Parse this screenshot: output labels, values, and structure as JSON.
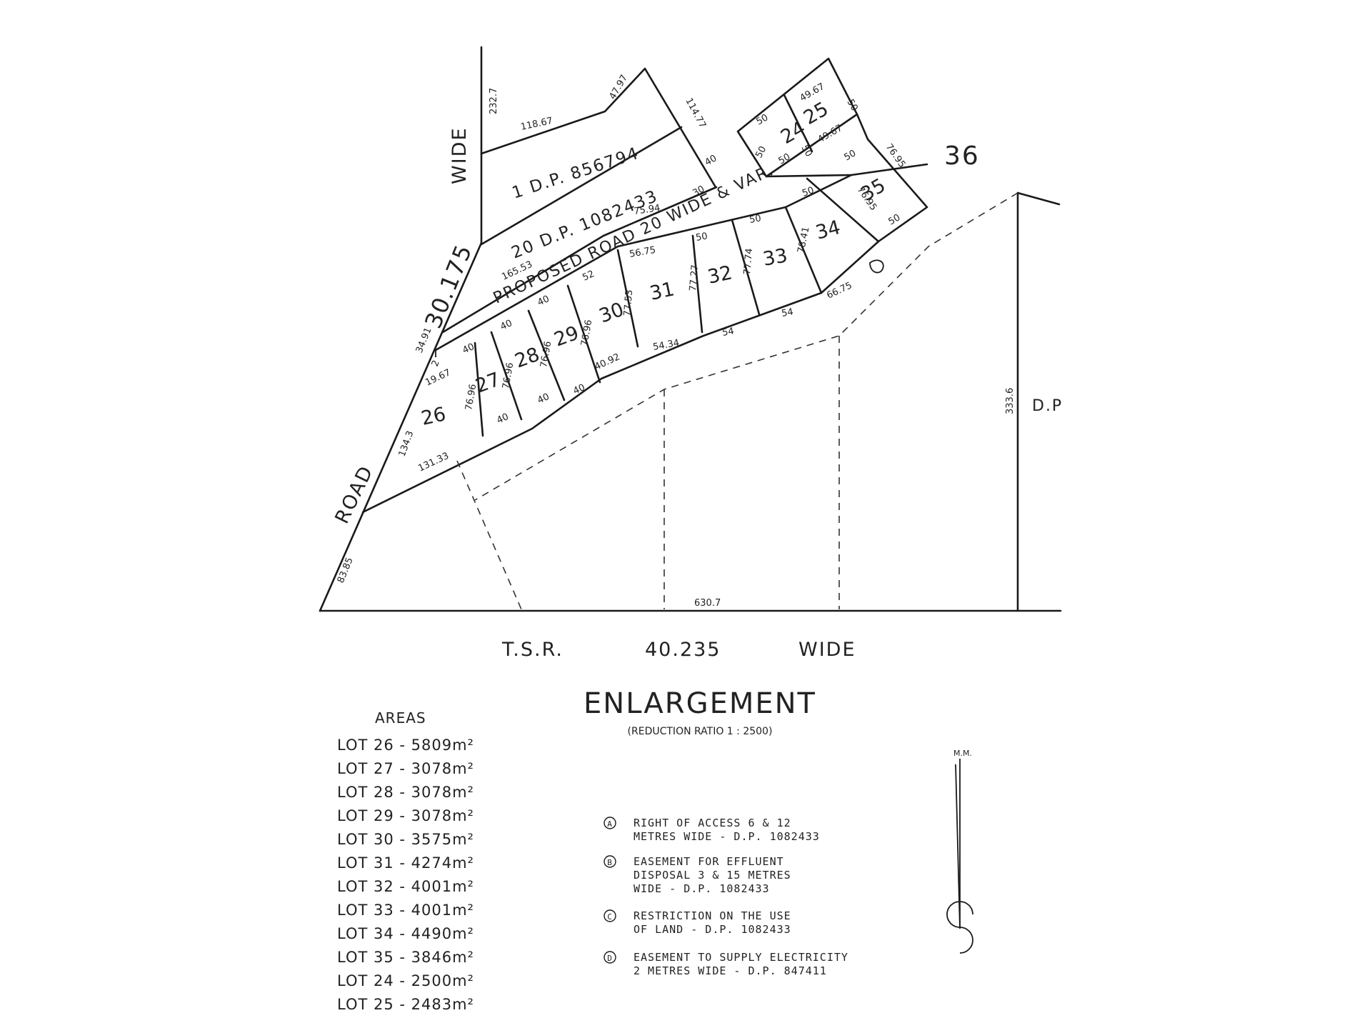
{
  "plan": {
    "dp_lots": [
      {
        "id": "1",
        "text": "1  D.P. 856794"
      },
      {
        "id": "20",
        "text": "20  D.P. 1082433"
      }
    ],
    "roads": {
      "west_road": "ROAD",
      "west_width": "30.175",
      "west_wide": "WIDE",
      "proposed_road": "PROPOSED    ROAD 20 WIDE & VAR.",
      "tsr_left": "T.S.R.",
      "tsr_width": "40.235",
      "tsr_wide": "WIDE"
    },
    "neighbours": {
      "lot_36": "36",
      "dp_east": "D.P"
    },
    "lots": {
      "l24": "24",
      "l25": "25",
      "l26": "26",
      "l27": "27",
      "l28": "28",
      "l29": "29",
      "l30": "30",
      "l31": "31",
      "l32": "32",
      "l33": "33",
      "l34": "34",
      "l35": "35"
    },
    "dims": {
      "d232_7": "232.7",
      "d118_67": "118.67",
      "d47_97": "47.97",
      "d114_77": "114.77",
      "d40a": "40",
      "d30a": "30",
      "d75_94": "75.94",
      "d165_53": "165.53",
      "d34_91": "34.91",
      "d2": "2",
      "d19_67": "19.67",
      "d134_3": "134.3",
      "d131_33": "131.33",
      "d83_85": "83.85",
      "d630_7": "630.7",
      "d333_6": "333.6",
      "l24_top": "50",
      "l24_left": "50",
      "l24_right": "50",
      "l24_bot": "50",
      "l25_top": "49.67",
      "l25_right": "50",
      "l25_bot": "49.67",
      "l35_a": "50",
      "l35_b": "76.95",
      "l35_c": "76.95",
      "l35_d": "50",
      "l34_a": "50",
      "l34_b": "78.41",
      "l34_c": "66.75",
      "l33_a": "50",
      "l33_b": "77.74",
      "l33_c": "54",
      "l32_a": "50",
      "l32_b": "77.27",
      "l32_c": "54",
      "l31_a": "56.75",
      "l31_b": "77.53",
      "l31_c": "54.34",
      "l30_a": "52",
      "l30_b": "76.96",
      "l30_c": "40.92",
      "l29_a": "40",
      "l29_b": "76.96",
      "l29_c": "40",
      "l28_a": "40",
      "l28_b": "76.96",
      "l28_c": "40",
      "l27_a": "40",
      "l27_b": "76.96",
      "l27_c": "40"
    }
  },
  "title": "ENLARGEMENT",
  "subtitle": "(REDUCTION RATIO 1 : 2500)",
  "areas": {
    "heading": "AREAS",
    "rows": [
      "LOT 26 - 5809m²",
      "LOT 27 - 3078m²",
      "LOT 28 - 3078m²",
      "LOT 29 - 3078m²",
      "LOT 30 - 3575m²",
      "LOT 31 - 4274m²",
      "LOT 32 - 4001m²",
      "LOT 33 - 4001m²",
      "LOT 34 - 4490m²",
      "LOT 35 - 3846m²",
      "LOT 24 - 2500m²",
      "LOT 25 - 2483m²"
    ]
  },
  "notes": [
    {
      "symbol": "A",
      "lines": [
        "RIGHT OF ACCESS 6 & 12",
        "METRES WIDE - D.P. 1082433"
      ]
    },
    {
      "symbol": "B",
      "lines": [
        "EASEMENT FOR EFFLUENT",
        "DISPOSAL 3 & 15 METRES",
        "WIDE - D.P. 1082433"
      ]
    },
    {
      "symbol": "C",
      "lines": [
        "RESTRICTION ON THE USE",
        "OF LAND - D.P. 1082433"
      ]
    },
    {
      "symbol": "D",
      "lines": [
        "EASEMENT TO SUPPLY ELECTRICITY",
        "2 METRES WIDE - D.P. 847411"
      ]
    }
  ],
  "north": {
    "label": "M.M."
  }
}
